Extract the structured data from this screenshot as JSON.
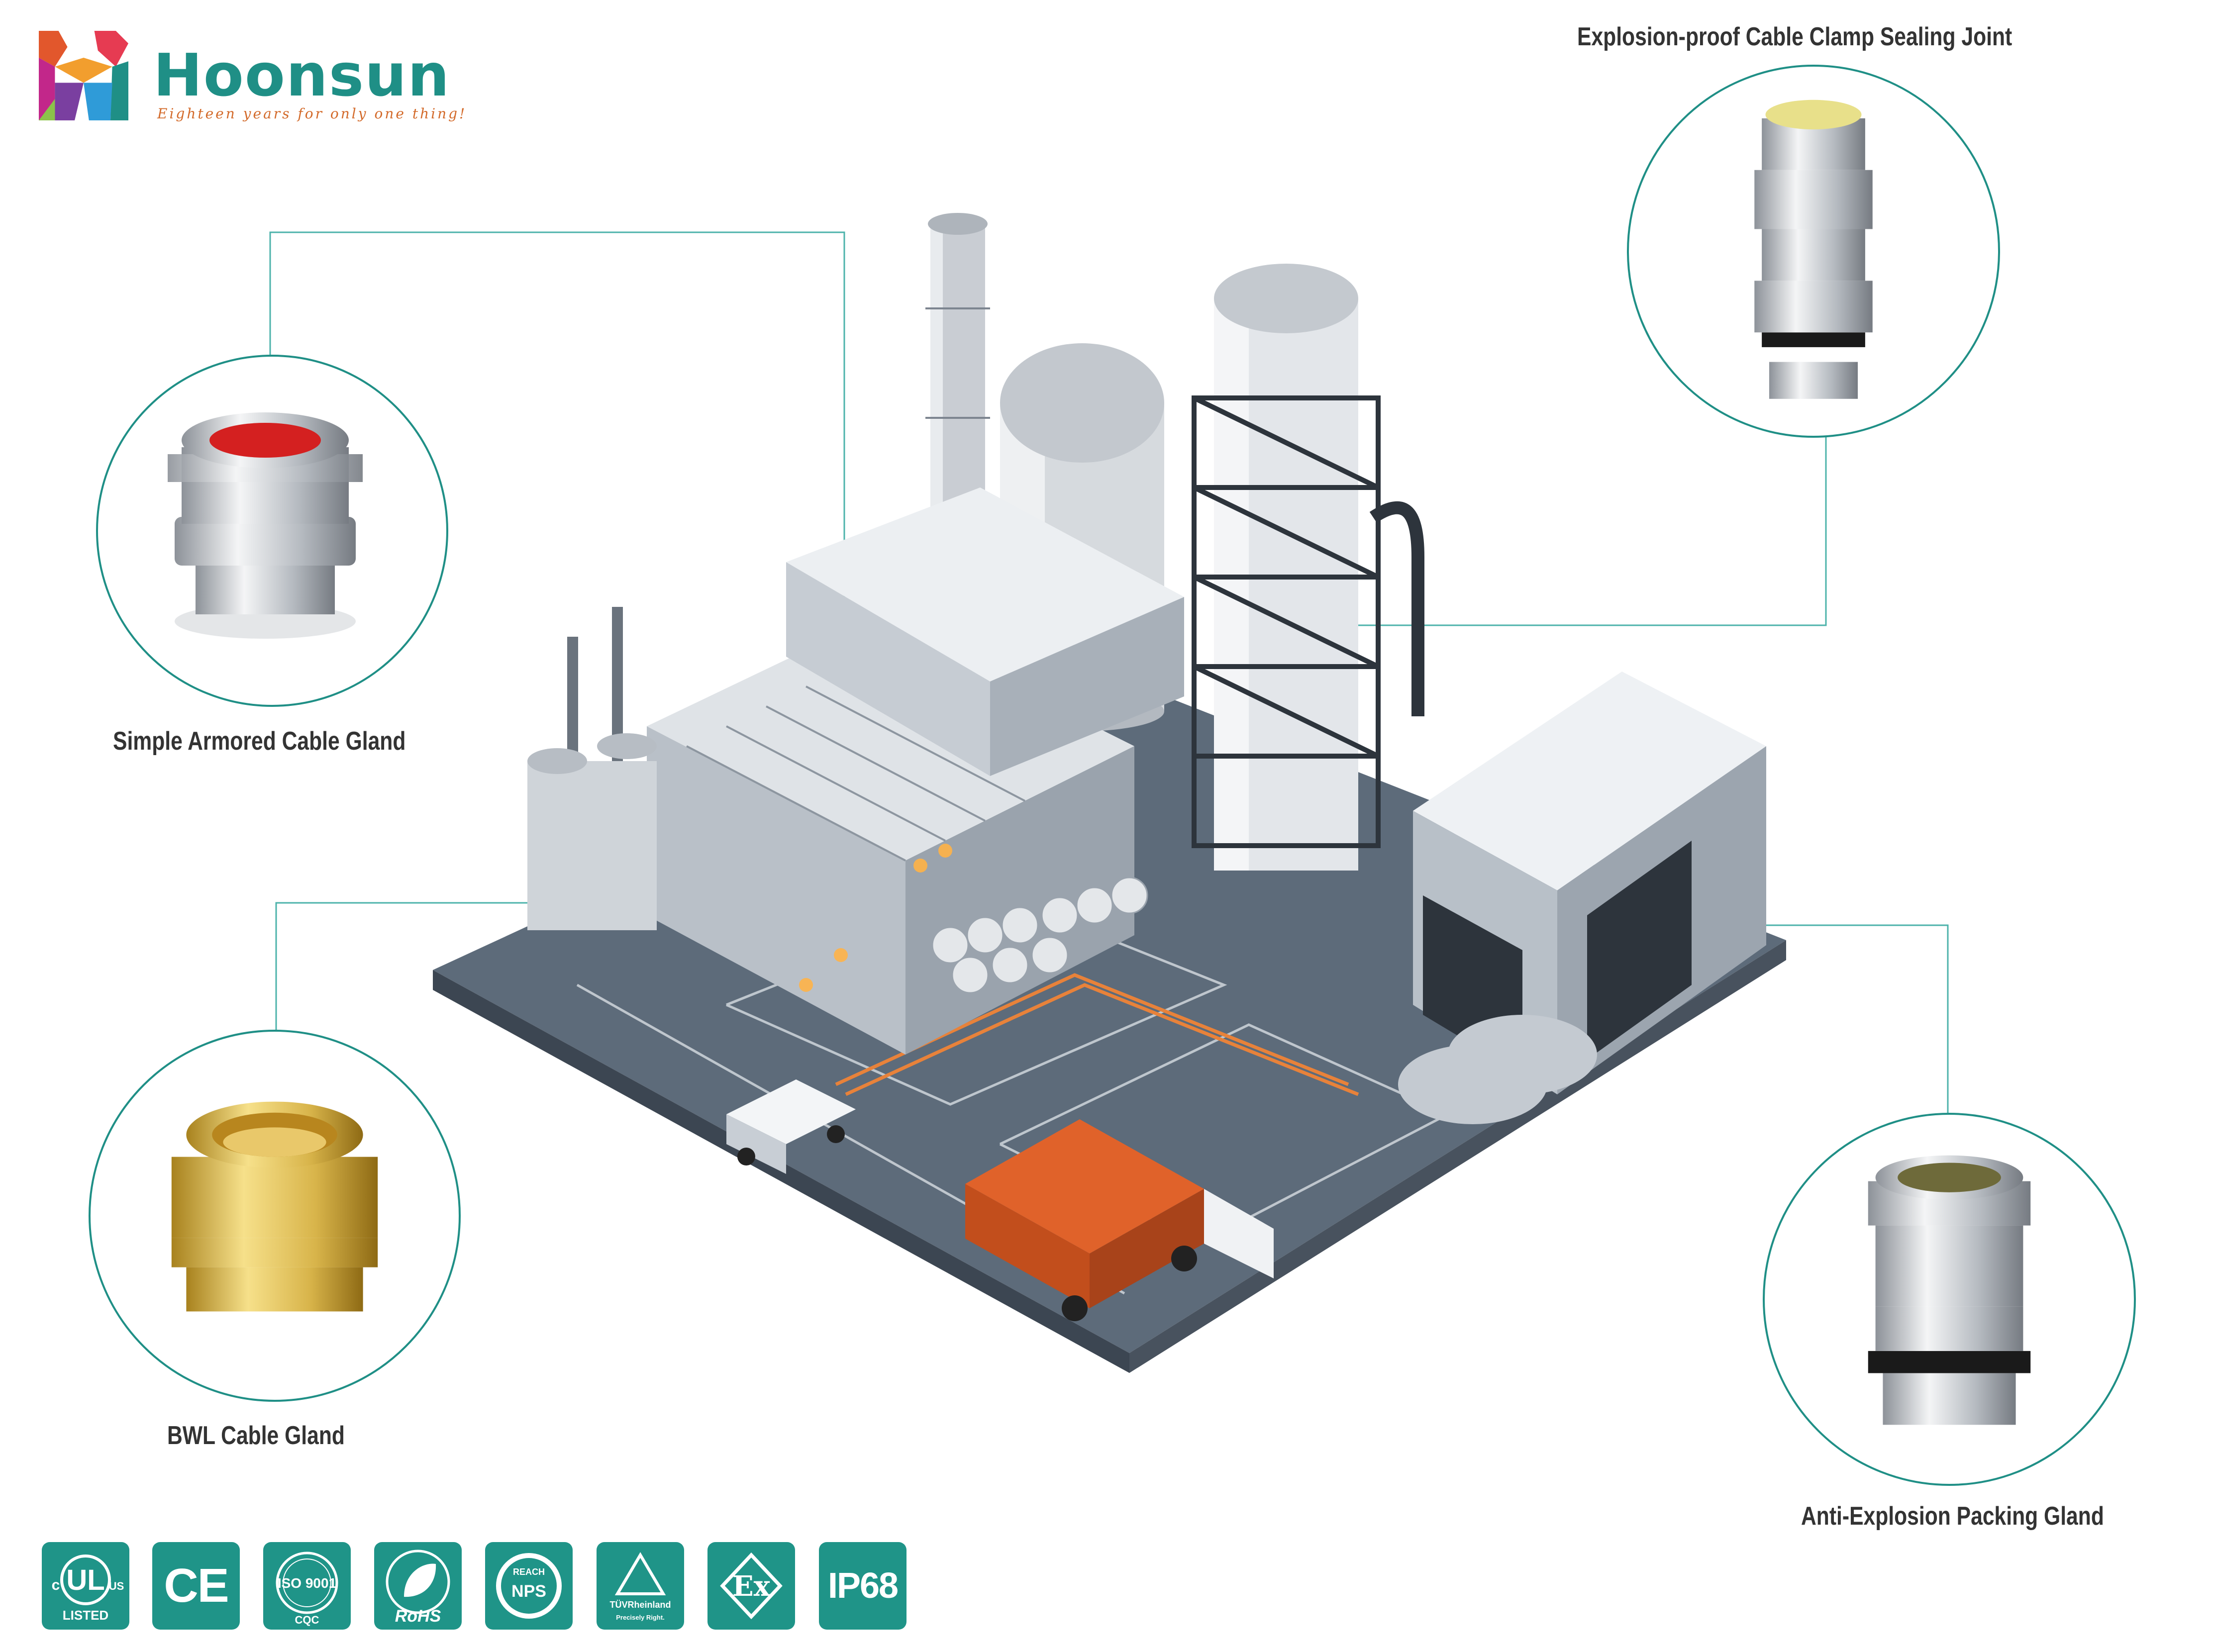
{
  "brand": {
    "name": "Hoonsun",
    "slogan": "Eighteen years for only one thing!"
  },
  "products": {
    "simple_armored": {
      "label": "Simple Armored Cable Gland",
      "color": "#c9ccd1",
      "accent": "#d42020"
    },
    "explosion_clamp": {
      "label": "Explosion-proof Cable Clamp Sealing Joint",
      "color": "#c9ccd1",
      "accent": "#e8e08a"
    },
    "bwl": {
      "label": "BWL Cable Gland",
      "color": "#d8b44a",
      "accent": "#b8861e"
    },
    "anti_explosion": {
      "label": "Anti-Explosion Packing Gland",
      "color": "#c9ccd1",
      "accent": "#6e6a3a"
    }
  },
  "certifications": [
    {
      "icon": "ul-listed-icon",
      "top": "UL",
      "side_left": "c",
      "side_right": "US",
      "bottom": "LISTED"
    },
    {
      "icon": "ce-mark-icon",
      "text": "CE"
    },
    {
      "icon": "iso-9001-icon",
      "text": "ISO 9001",
      "sub": "CQC"
    },
    {
      "icon": "rohs-icon",
      "text": "RoHS"
    },
    {
      "icon": "reach-icon",
      "top": "REACH",
      "text": "NPS"
    },
    {
      "icon": "tuv-rheinland-icon",
      "text": "TÜVRheinland",
      "sub": "Precisely Right."
    },
    {
      "icon": "ex-mark-icon",
      "text": "Ex"
    },
    {
      "icon": "ip68-icon",
      "text": "IP68"
    }
  ],
  "colors": {
    "brand_teal": "#1f8f86",
    "badge_teal": "#1f9488",
    "brand_orange": "#d36a2a",
    "label_text": "#333333",
    "ground": "#5d6b7a",
    "orange_truck": "#e0622a"
  }
}
